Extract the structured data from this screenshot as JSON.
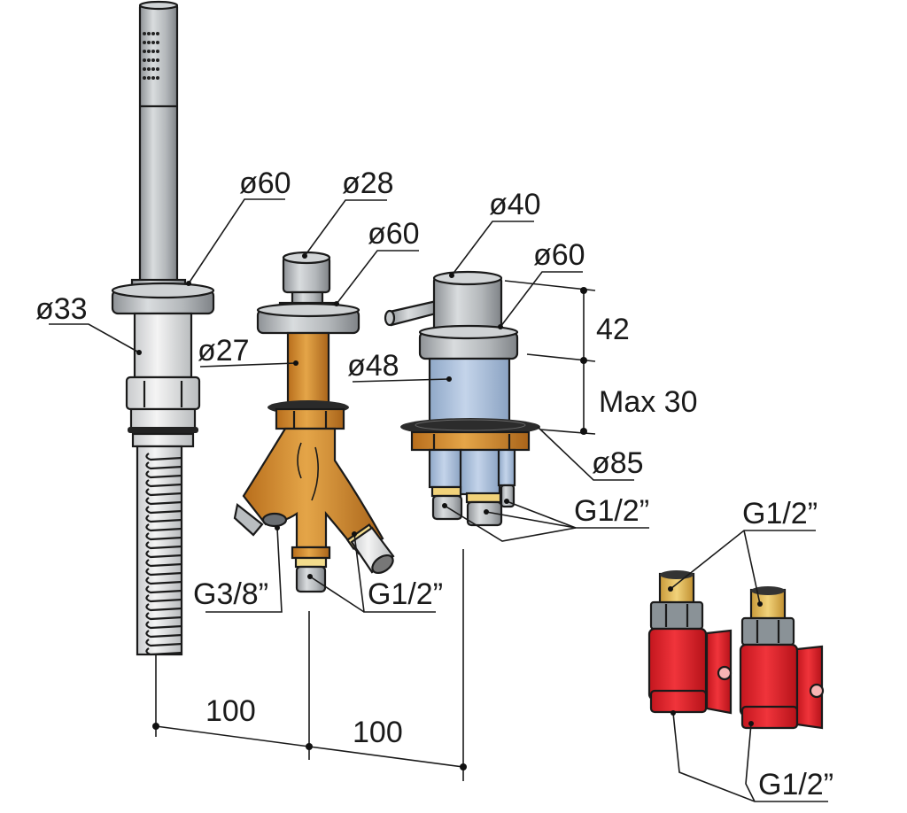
{
  "drawing": {
    "subject": "Three-hole deck-mounted bath tap set with hand shower, diverter, mixer and stop valves",
    "units": "mm",
    "colors": {
      "chrome": "#b9bcbf",
      "chrome_dark": "#8e9296",
      "brass": "#d08a2e",
      "brass_light": "#e8b25a",
      "blue_body": "#a9bfdc",
      "valve_red": "#e2202a",
      "valve_nut": "#8a9297",
      "line": "#1a1a1a"
    }
  },
  "components": [
    {
      "id": "hand-shower",
      "name": "Hand shower with hose",
      "dimensions": {
        "flange": "ø60",
        "body": "ø33"
      }
    },
    {
      "id": "diverter",
      "name": "Diverter",
      "dimensions": {
        "knob": "ø28",
        "flange": "ø60",
        "body": "ø27",
        "outlet_left": "G3/8”",
        "outlets_right": "G1/2”"
      }
    },
    {
      "id": "mixer",
      "name": "Single-lever mixer",
      "dimensions": {
        "handle": "ø40",
        "flange": "ø60",
        "body": "ø48",
        "height": "42",
        "deck_thickness": "Max 30",
        "base": "ø85",
        "inlets": "G1/2”"
      }
    },
    {
      "id": "stop-valves",
      "name": "Stop valves (2x)",
      "dimensions": {
        "outlet": "G1/2”",
        "inlet": "G1/2”"
      }
    }
  ],
  "labels": {
    "shower_flange": "ø60",
    "shower_body": "ø33",
    "diverter_knob": "ø28",
    "diverter_flange": "ø60",
    "diverter_body": "ø27",
    "mixer_handle": "ø40",
    "mixer_flange": "ø60",
    "mixer_body": "ø48",
    "mixer_height": "42",
    "mixer_deck": "Max 30",
    "mixer_base": "ø85",
    "mixer_inlets": "G1/2”",
    "diverter_outlet_left": "G3/8”",
    "diverter_outlets_right": "G1/2”",
    "valve_top": "G1/2”",
    "valve_bottom": "G1/2”",
    "spacing_1": "100",
    "spacing_2": "100"
  }
}
